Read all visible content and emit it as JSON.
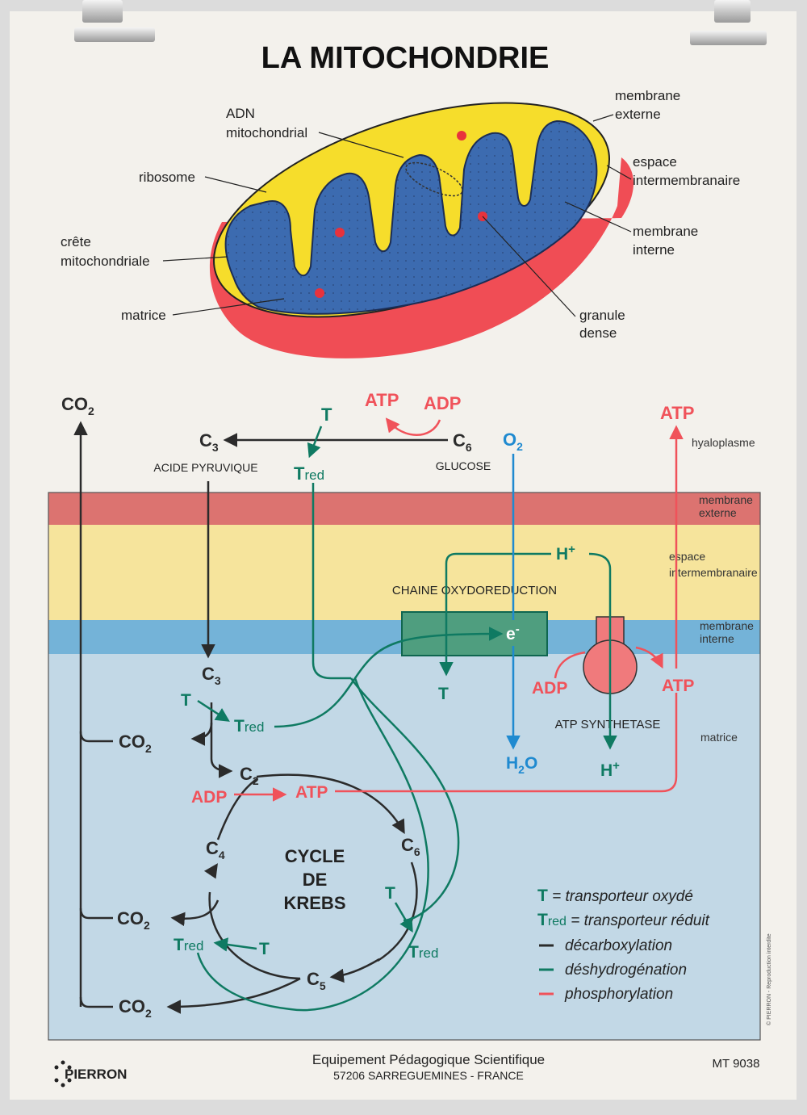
{
  "title": "LA MITOCHONDRIE",
  "organelle_labels": {
    "adn_1": "ADN",
    "adn_2": "mitochondrial",
    "ribosome": "ribosome",
    "crete_1": "crête",
    "crete_2": "mitochondriale",
    "matrice": "matrice",
    "membrane_externe_1": "membrane",
    "membrane_externe_2": "externe",
    "espace_1": "espace",
    "espace_2": "intermembranaire",
    "membrane_interne_1": "membrane",
    "membrane_interne_2": "interne",
    "granule_1": "granule",
    "granule_2": "dense"
  },
  "layers": {
    "membrane_externe_1": "membrane",
    "membrane_externe_2": "externe",
    "espace_1": "espace",
    "espace_2": "intermembranaire",
    "membrane_interne_1": "membrane",
    "membrane_interne_2": "interne",
    "matrice": "matrice",
    "hyaloplasme": "hyaloplasme"
  },
  "pathway": {
    "co2": "CO",
    "sub2": "2",
    "c": "C",
    "sub3": "3",
    "sub6": "6",
    "sub4": "4",
    "sub5": "5",
    "acide_pyruvique": "ACIDE PYRUVIQUE",
    "glucose": "GLUCOSE",
    "atp": "ATP",
    "adp": "ADP",
    "t": "T",
    "t_red_main": "T",
    "t_red_sub": "red",
    "o2": "O",
    "h_plus": "H",
    "plus": "+",
    "e_minus": "e",
    "minus": "-",
    "h2o_h": "H",
    "h2o_o": "O",
    "chaine": "CHAINE  OXYDOREDUCTION",
    "atp_synthetase": "ATP SYNTHETASE",
    "cycle_1": "CYCLE",
    "cycle_2": "DE",
    "cycle_3": "KREBS"
  },
  "legend": {
    "t_symbol": "T",
    "t_eq": " = transporteur oxydé",
    "tred_symbol": "T",
    "tred_sub": "red",
    "tred_eq": " = transporteur réduit",
    "decarboxylation": "décarboxylation",
    "deshydrogenation": "déshydrogénation",
    "phosphorylation": "phosphorylation"
  },
  "footer": {
    "brand": "PIERRON",
    "line1": "Equipement Pédagogique Scientifique",
    "line2": "57206 SARREGUEMINES - FRANCE",
    "ref": "MT 9038",
    "copyright": "© PIERRON - Reproduction interdite"
  },
  "colors": {
    "decarboxylation": "#2b2b2b",
    "deshydrogenation": "#0f7a62",
    "phosphorylation": "#f0525a",
    "oxygen": "#1f8ad0"
  }
}
